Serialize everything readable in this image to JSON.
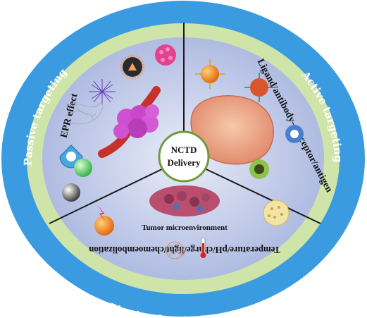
{
  "outer_ring": {
    "left_label": "Passive targeting",
    "right_label": "Active targeting",
    "bottom_label": "Physicochemical targeting"
  },
  "sectors": {
    "left_label": "EPR effect",
    "right_label": "Ligand/antibody—receptor/antigen",
    "bottom_label": "Temperature/pH/charge/light/chemoembolization",
    "tumor_label": "Tumor microenvironment"
  },
  "center": {
    "line1": "NCTD",
    "line2": "Delivery"
  },
  "colors": {
    "outer_ring": "#3b9be0",
    "inner_ring": "#cfe4a9",
    "sector_fill": "#b3bfe2",
    "center_stroke": "#6f9a3a"
  }
}
